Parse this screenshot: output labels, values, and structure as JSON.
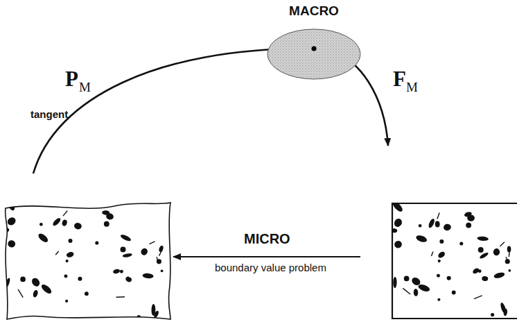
{
  "diagram": {
    "nodes": [
      {
        "text": [
          "MACRO"
        ]
      }
    ],
    "labels": [
      "P",
      "M",
      "tangent",
      "F",
      "M",
      "MICRO",
      "boundary value problem"
    ]
  }
}
